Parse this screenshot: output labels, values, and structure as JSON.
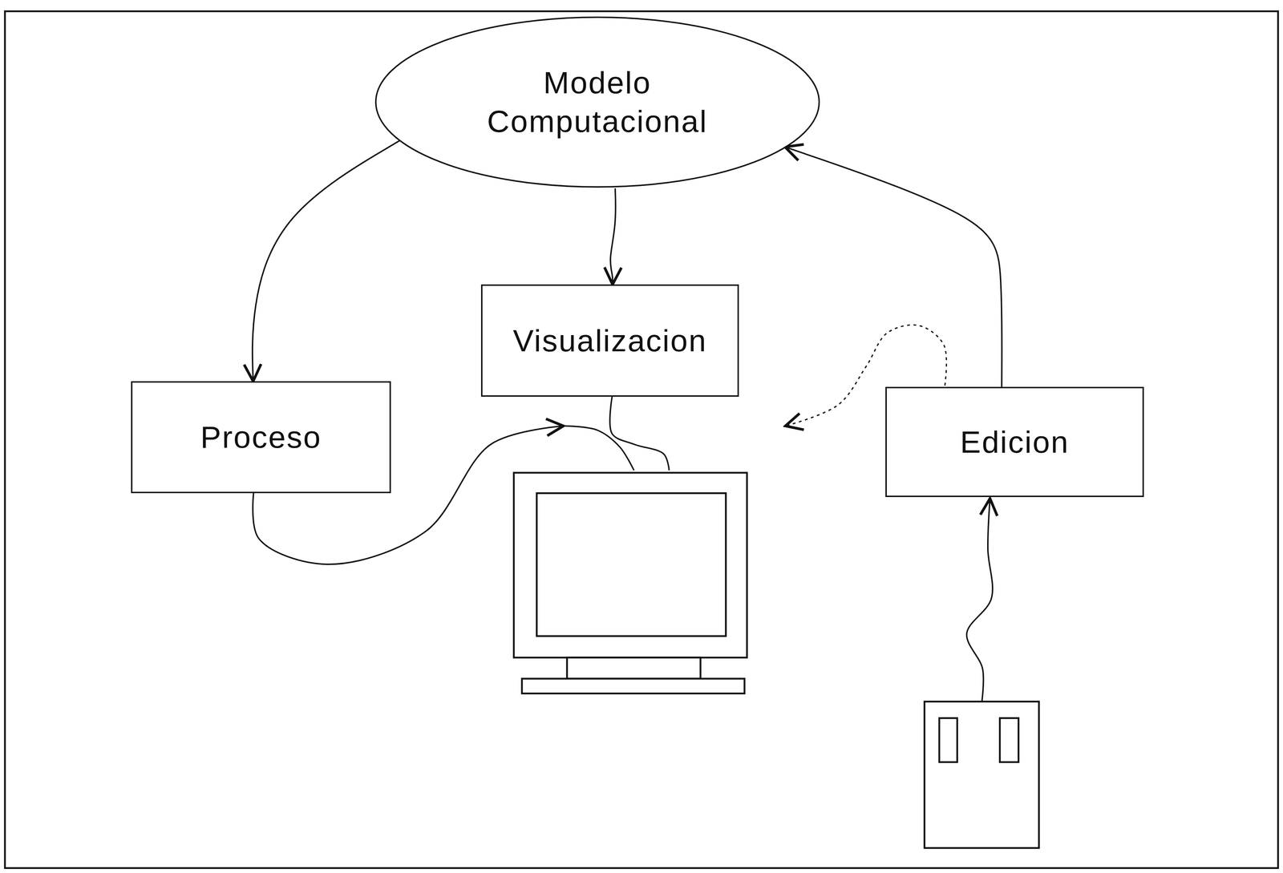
{
  "diagram": {
    "nodes": [
      {
        "text": [
          "Modelo Computacional"
        ]
      },
      {
        "text": [
          "Visualizacion"
        ]
      },
      {
        "text": [
          "Proceso"
        ]
      },
      {
        "text": [
          "Edicion"
        ]
      }
    ],
    "edges": [
      {
        "from": 0,
        "to": 2,
        "arrow": "to"
      },
      {
        "from": 0,
        "to": 1,
        "arrow": "to"
      },
      {
        "from": 3,
        "to": 0,
        "arrow": "to"
      }
    ]
  }
}
